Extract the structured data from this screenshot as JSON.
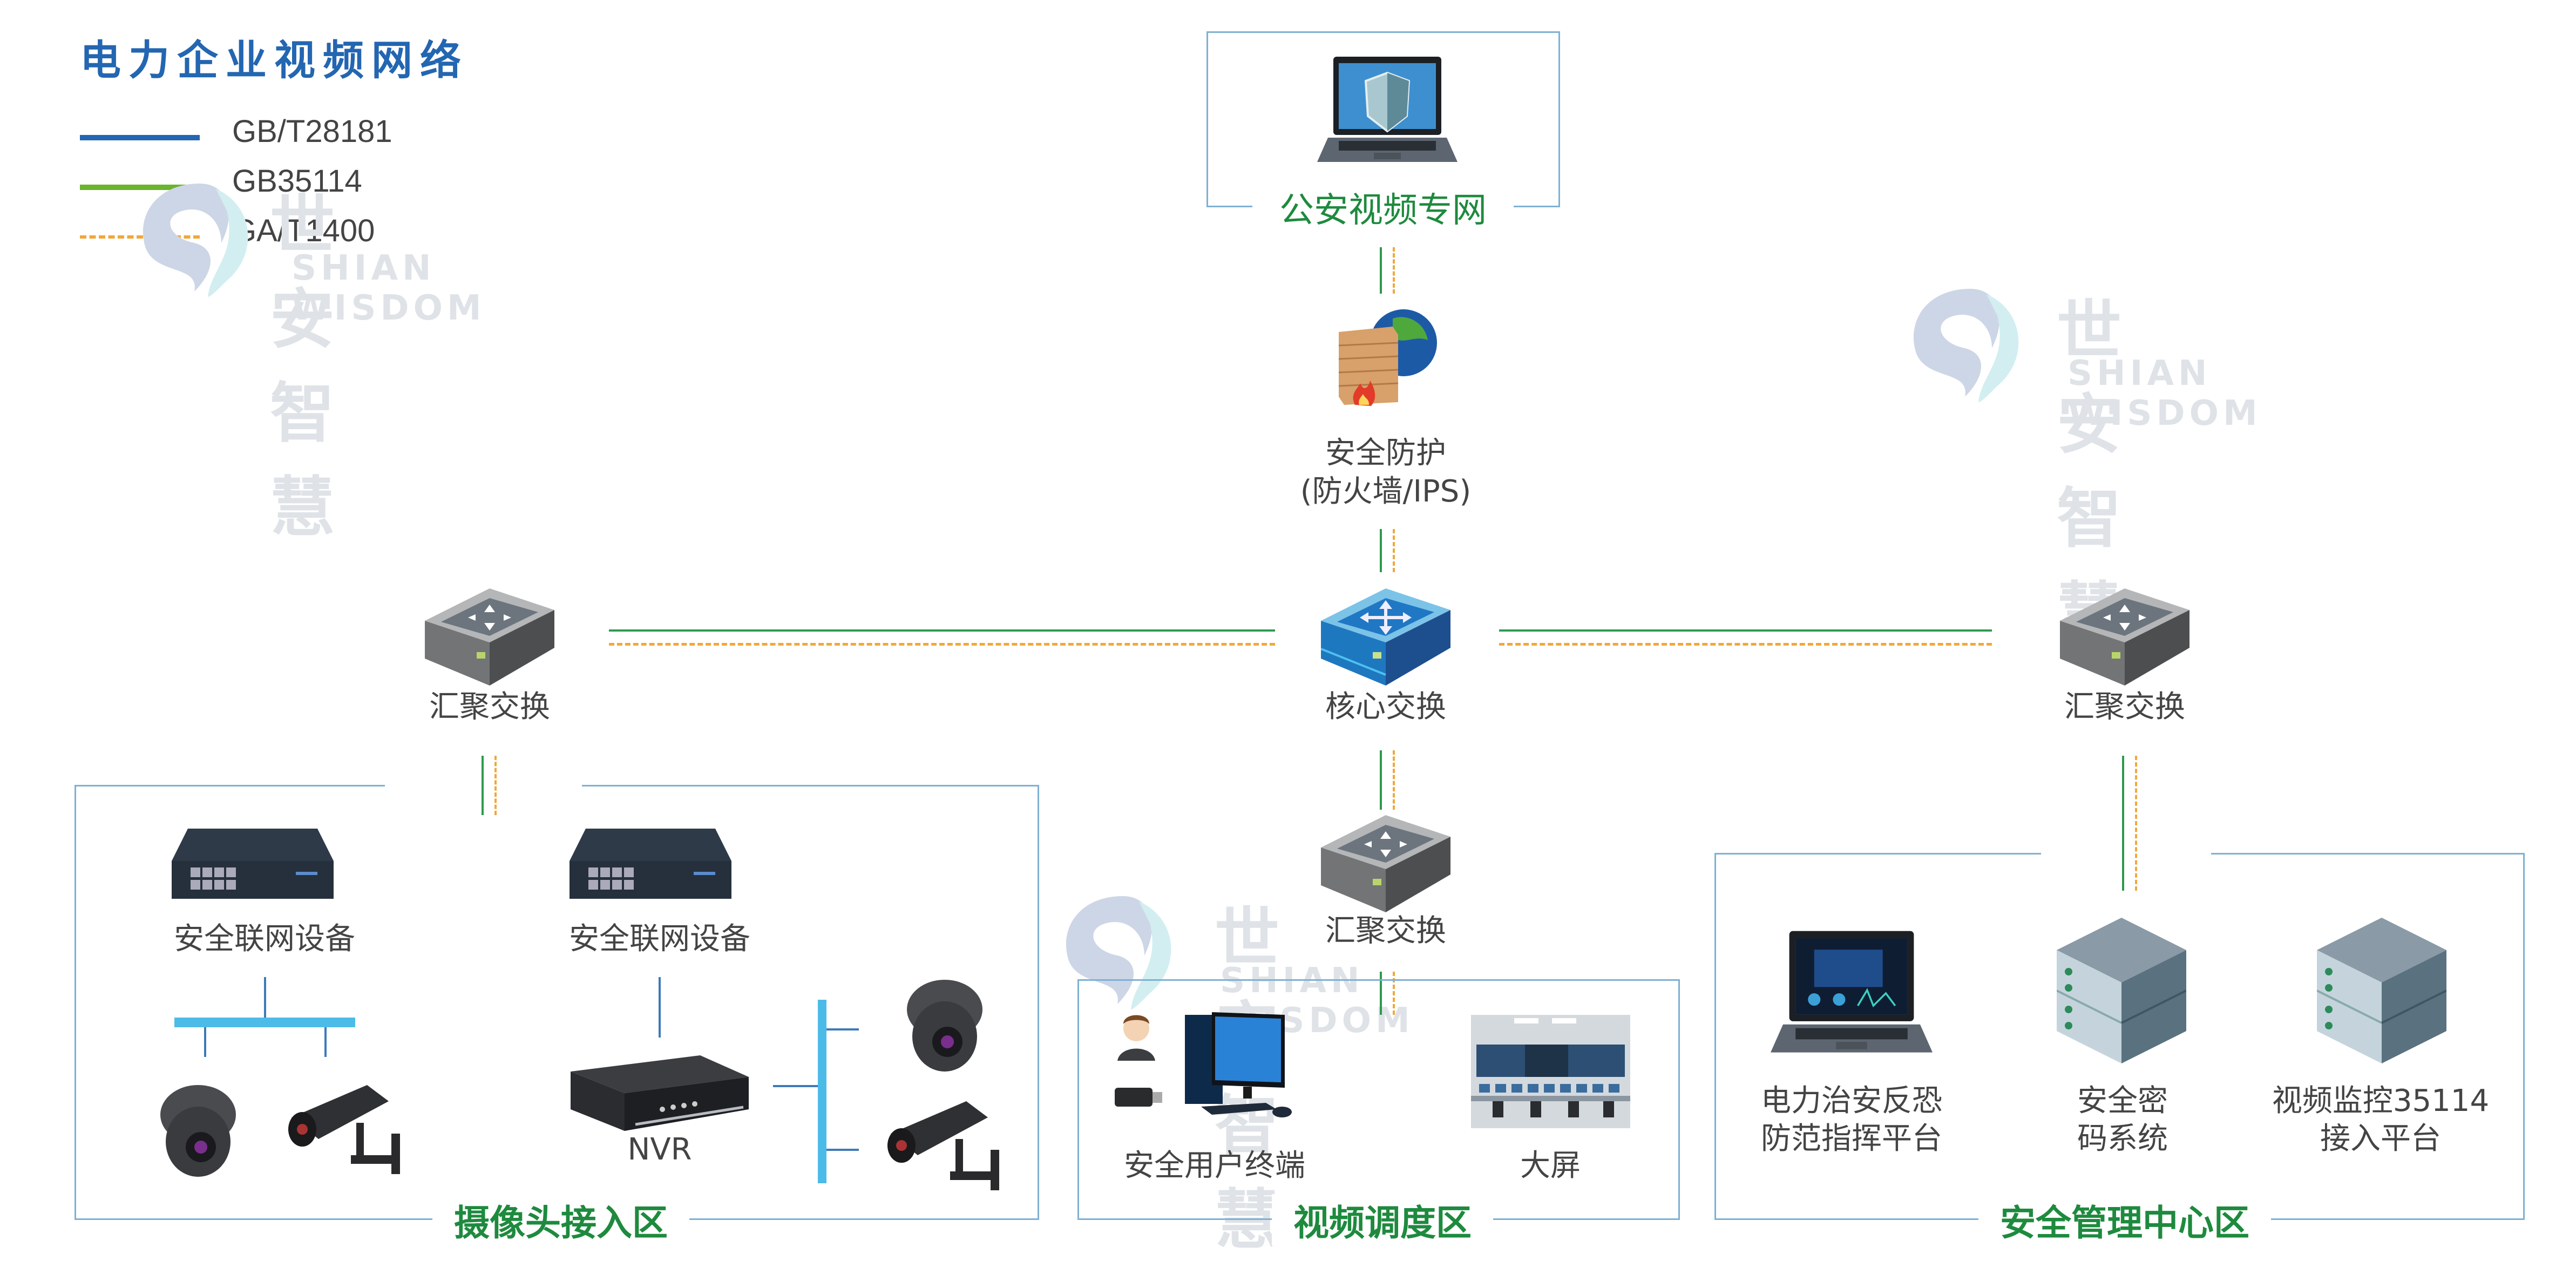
{
  "title": "电力企业视频网络",
  "legend": [
    {
      "label": "GB/T28181",
      "color": "#2366b1",
      "style": "solid"
    },
    {
      "label": "GB35114",
      "color": "#6ab42e",
      "style": "solid"
    },
    {
      "label": "GA/T1400",
      "color": "#f0a83a",
      "style": "dashed"
    }
  ],
  "colors": {
    "zone_title": "#1e8a3e",
    "zone_border": "#7fb1d3",
    "link_35114": "#2e9a4e",
    "link_1400": "#f0a83a",
    "bus": "#4dbbe8"
  },
  "watermark": {
    "cn": "世安智慧",
    "en": "SHIAN WISDOM"
  },
  "top_box": {
    "label": "公安视频专网",
    "icon": "laptop-shield-icon"
  },
  "firewall": {
    "label_line1": "安全防护",
    "label_line2": "(防火墙/IPS)",
    "icon": "firewall-globe-icon"
  },
  "switches": {
    "left": {
      "label": "汇聚交换",
      "icon": "aggregation-switch-icon"
    },
    "core": {
      "label": "核心交换",
      "icon": "core-switch-icon"
    },
    "right": {
      "label": "汇聚交换",
      "icon": "aggregation-switch-icon"
    },
    "middle": {
      "label": "汇聚交换",
      "icon": "aggregation-switch-icon"
    }
  },
  "zones": {
    "camera": {
      "title": "摄像头接入区",
      "devices": [
        {
          "label": "安全联网设备",
          "icon": "security-gateway-icon"
        },
        {
          "label": "安全联网设备",
          "icon": "security-gateway-icon"
        },
        {
          "label": "NVR",
          "icon": "nvr-icon"
        }
      ]
    },
    "dispatch": {
      "title": "视频调度区",
      "devices": [
        {
          "label": "安全用户终端",
          "icon": "user-terminal-icon"
        },
        {
          "label": "大屏",
          "icon": "video-wall-icon"
        }
      ]
    },
    "management": {
      "title": "安全管理中心区",
      "devices": [
        {
          "label_line1": "电力治安反恐",
          "label_line2": "防范指挥平台",
          "icon": "laptop-dashboard-icon"
        },
        {
          "label_line1": "安全密",
          "label_line2": "码系统",
          "icon": "server-rack-icon"
        },
        {
          "label_line1": "视频监控35114",
          "label_line2": "接入平台",
          "icon": "server-rack-icon"
        }
      ]
    }
  }
}
